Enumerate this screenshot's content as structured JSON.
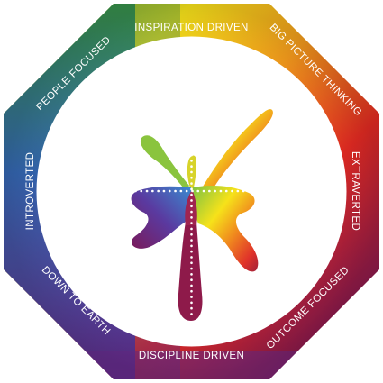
{
  "labels": {
    "top": "INSPIRATION DRIVEN",
    "top_right": "BIG PICTURE THINKING",
    "right": "EXTRAVERTED",
    "bottom_right": "OUTCOME FOCUSED",
    "bottom": "DISCIPLINE DRIVEN",
    "bottom_left": "DOWN TO EARTH",
    "left": "INTROVERTED",
    "top_left": "PEOPLE FOCUSED"
  },
  "colors": {
    "yellow": "#f6e21a",
    "orange": "#f39a1c",
    "red": "#e32a22",
    "magenta": "#8e1a4a",
    "purple": "#5a2a8e",
    "blue": "#2a5fb8",
    "teal": "#2e8c4a",
    "green": "#8cc63e",
    "axis_dots": "#ffffff"
  }
}
